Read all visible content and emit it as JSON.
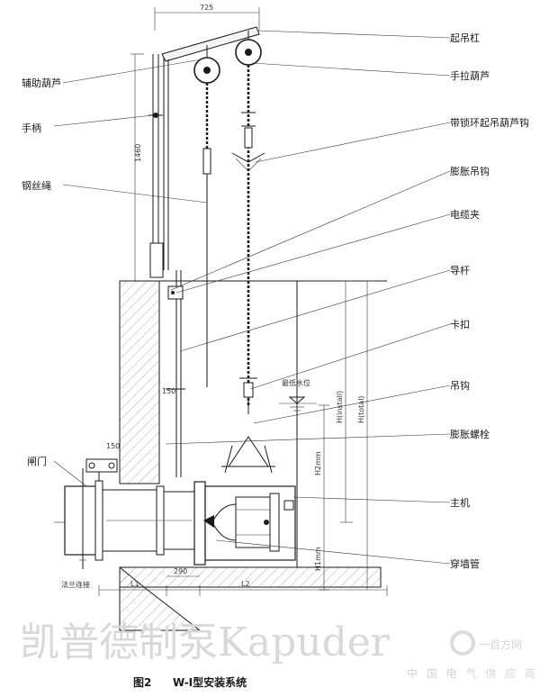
{
  "labels": {
    "lifting_bar": "起吊杠",
    "manual_hoist": "手拉葫芦",
    "aux_hoist": "辅助葫芦",
    "chain_hook": "带锁环起吊葫芦钩",
    "hand_rail": "手柄",
    "expansion_hook": "膨胀吊钩",
    "wire_rope": "钢丝绳",
    "cable_clamp": "电缆夹",
    "guide_rod": "导杆",
    "lock_clip": "卡扣",
    "lowest_water_level": "最低水位",
    "lifting_chain": "吊钩",
    "expansion_bolt": "膨胀螺栓",
    "gate_valve": "闸门",
    "main_unit": "主机",
    "wall_pipe": "穿墙管",
    "flange_note": "法兰连接"
  },
  "dimensions": {
    "top_width": "725",
    "height_left": "1460",
    "h_install": "H(install)",
    "h_total": "H(total)",
    "h2": "H2mm",
    "h1": "H1mm",
    "l1": "L1",
    "l2": "L2",
    "d150a": "150",
    "d150b": "150",
    "d290": "290"
  },
  "watermark": {
    "main": "凯普德制泵Kapuder",
    "sub": "中 国 电 气 供 应 商",
    "logo": "一百方网"
  },
  "caption": {
    "figure": "图2",
    "title": "W-Ⅰ型安装系统"
  }
}
